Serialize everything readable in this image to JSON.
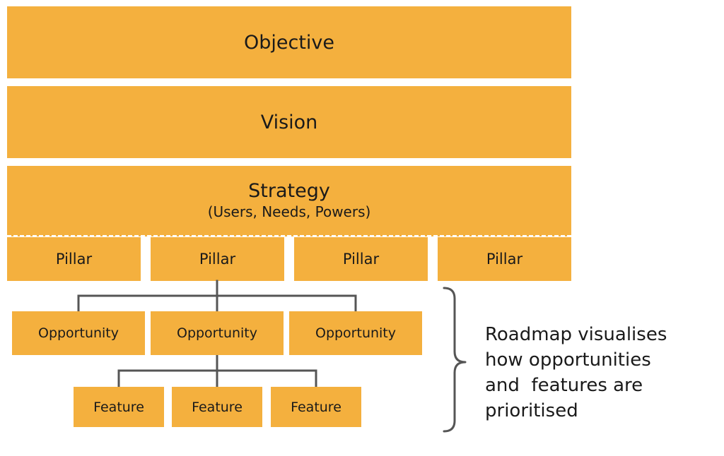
{
  "objective": "Objective",
  "vision": "Vision",
  "strategy": {
    "title": "Strategy",
    "subtitle": "(Users, Needs, Powers)"
  },
  "pillars": [
    "Pillar",
    "Pillar",
    "Pillar",
    "Pillar"
  ],
  "opportunities": [
    "Opportunity",
    "Opportunity",
    "Opportunity"
  ],
  "features": [
    "Feature",
    "Feature",
    "Feature"
  ],
  "caption_lines": [
    "Roadmap visualises",
    "how opportunities",
    "and  features are",
    "prioritised"
  ],
  "colors": {
    "box_fill": "#F4B03E",
    "connector": "#555555",
    "dash": "#ffffff"
  }
}
